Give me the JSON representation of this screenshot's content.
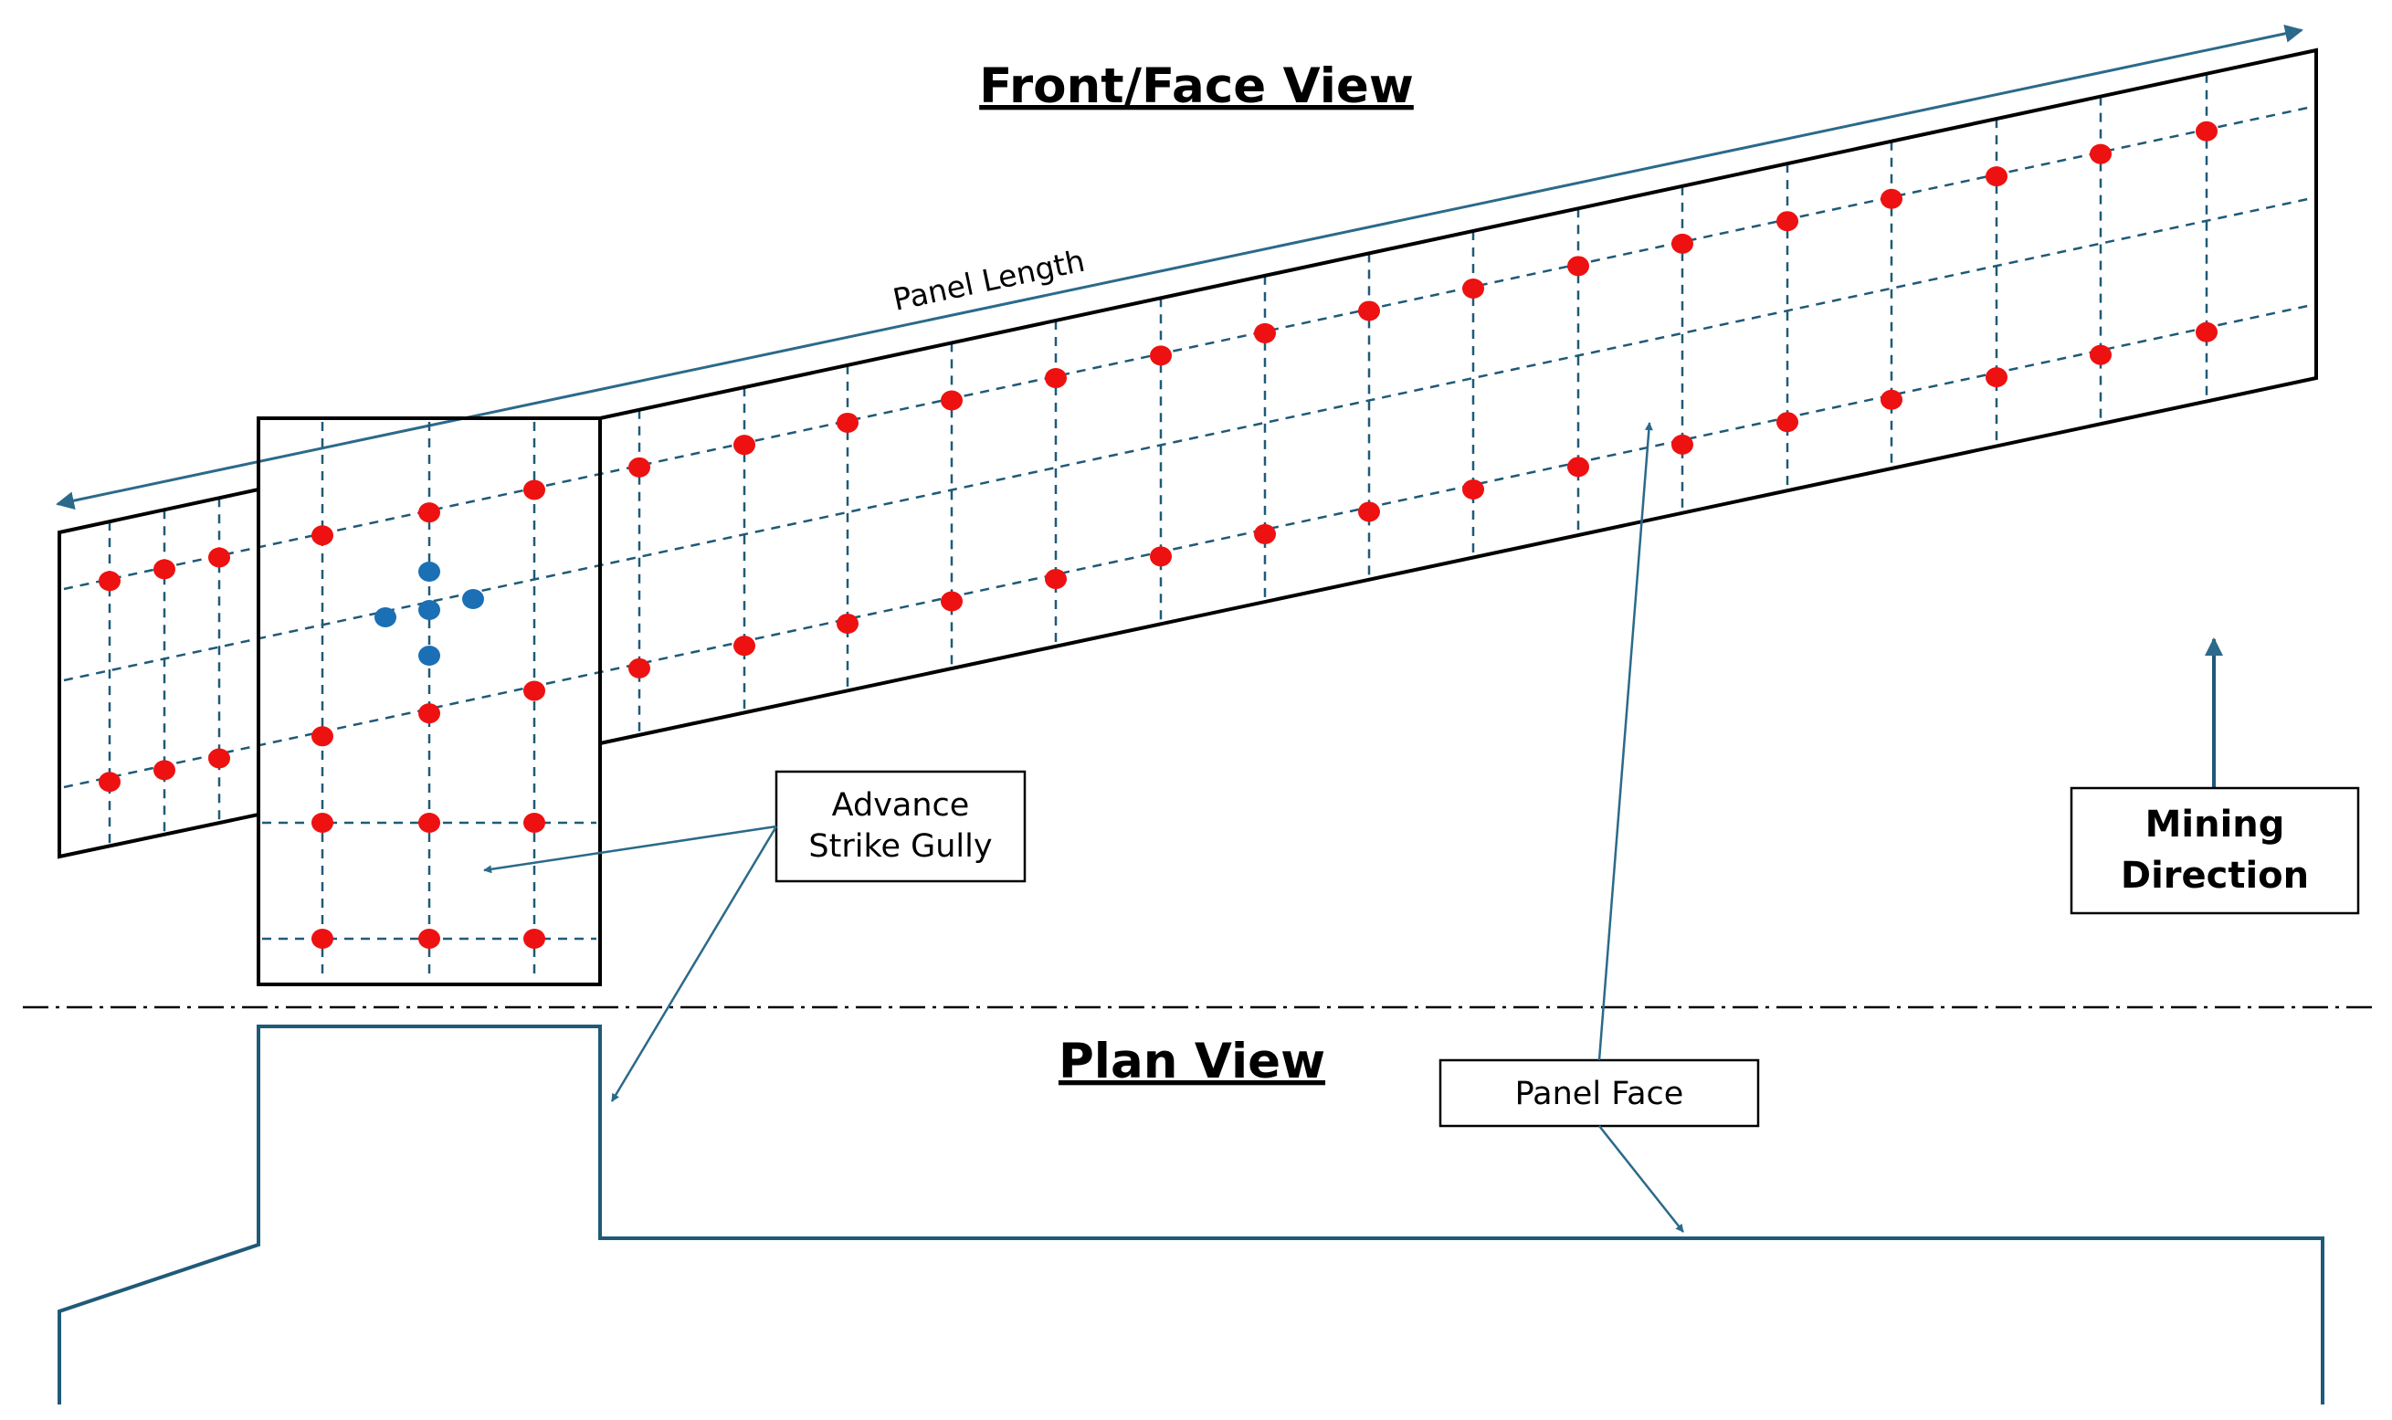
{
  "titles": {
    "front_view": "Front/Face View",
    "plan_view": "Plan View"
  },
  "labels": {
    "panel_length": "Panel Length",
    "advance_strike_gully_line1": "Advance",
    "advance_strike_gully_line2": "Strike Gully",
    "mining_direction_line1": "Mining",
    "mining_direction_line2": "Direction",
    "panel_face": "Panel Face"
  },
  "colors": {
    "outline": "#000000",
    "grid_line": "#1f5a78",
    "arrow": "#2b6a8a",
    "red_marker": "#ee1111",
    "blue_marker": "#1a6fb5",
    "plan_line": "#1f5a78"
  }
}
